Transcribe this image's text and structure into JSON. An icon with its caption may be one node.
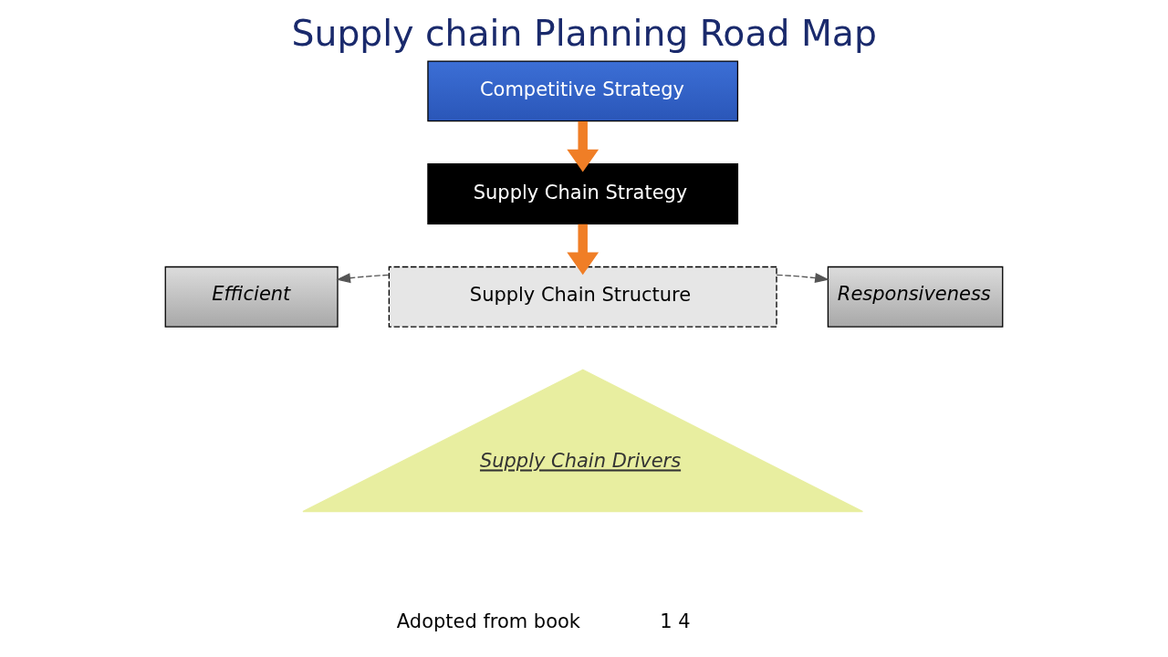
{
  "diagram": {
    "title": "Supply chain Planning Road Map",
    "nodes": [
      {
        "text": [
          "Competitive Strategy"
        ]
      },
      {
        "text": [
          "Supply Chain Strategy"
        ]
      },
      {
        "text": [
          "Efficient"
        ]
      },
      {
        "text": [
          "Supply Chain Structure"
        ]
      },
      {
        "text": [
          "Responsiveness"
        ]
      },
      {
        "text": [
          "Supply Chain Drivers"
        ]
      }
    ],
    "edges": [
      {
        "from": 0,
        "to": 1,
        "arrow": "to",
        "style": "thick",
        "color": "#f07e26"
      },
      {
        "from": 1,
        "to": 3,
        "arrow": "to",
        "style": "thick",
        "color": "#f07e26"
      },
      {
        "from": 3,
        "to": 2,
        "arrow": "to",
        "style": "dashed",
        "color": "#555555"
      },
      {
        "from": 3,
        "to": 4,
        "arrow": "to",
        "style": "dashed",
        "color": "#555555"
      }
    ],
    "labels": [
      "Adopted from book",
      "1 4"
    ]
  }
}
